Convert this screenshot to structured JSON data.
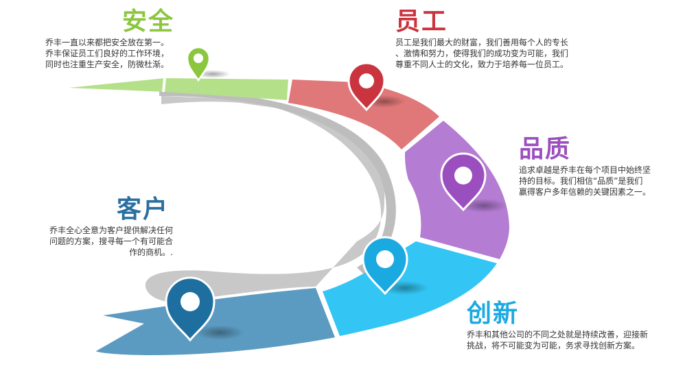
{
  "sections": {
    "safety": {
      "title": "安全",
      "color": "#8cc63f",
      "lines": [
        "乔丰一直以来都把安全放在第一。",
        "乔丰保证员工们良好的工作环境，",
        "同时也注重生产安全，防微杜渐。"
      ]
    },
    "staff": {
      "title": "员工",
      "color": "#c9343e",
      "lines": [
        "员工是我们最大的财富，我们善用每个人的专长",
        "、激情和努力，使得我们的成功变为可能，我们",
        "尊重不同人士的文化，致力于培养每一位员工。"
      ]
    },
    "quality": {
      "title": "品质",
      "color": "#9b4fbf",
      "lines": [
        "追求卓越是乔丰在每个项目中始终坚",
        "持的目标。我们相信“品质”是我们",
        "赢得客户多年信赖的关键因素之一。"
      ]
    },
    "customer": {
      "title": "客户",
      "color": "#2a6fa0",
      "lines": [
        "乔丰全心全意为客户提供解决任何",
        "问题的方案，搜寻每一个有可能合",
        "作的商机。."
      ]
    },
    "innovation": {
      "title": "创新",
      "color": "#1aa9e0",
      "lines": [
        "乔丰和其他公司的不同之处就是持续改善，迎接新",
        "挑战，将不可能变为可能，务求寻找创新方案。"
      ]
    }
  }
}
